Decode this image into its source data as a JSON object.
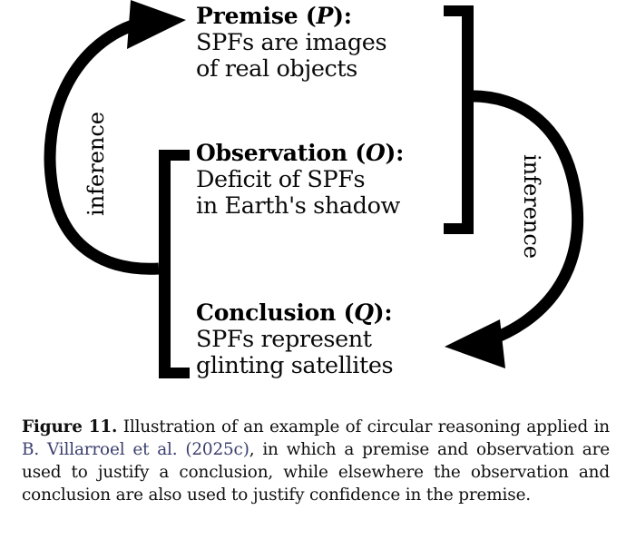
{
  "figure": {
    "nodes": [
      {
        "id": "premise",
        "title_text": "Premise (",
        "title_symbol": "P",
        "title_suffix": "):",
        "line1": "SPFs are images",
        "line2": "of real objects"
      },
      {
        "id": "observation",
        "title_text": "Observation (",
        "title_symbol": "O",
        "title_suffix": "):",
        "line1": "Deficit of SPFs",
        "line2": "in Earth's shadow"
      },
      {
        "id": "conclusion",
        "title_text": "Conclusion (",
        "title_symbol": "Q",
        "title_suffix": "):",
        "line1": "SPFs represent",
        "line2": "glinting satellites"
      }
    ],
    "edge_labels": {
      "left": "inference",
      "right": "inference"
    },
    "colors": {
      "stroke": "#000000",
      "background": "#ffffff",
      "text": "#000000"
    }
  },
  "caption": {
    "label": "Figure 11.",
    "part1": " Illustration of an example of circular reasoning applied in ",
    "citation": "B. Villarroel et al. (2025c)",
    "part2": ", in which a premise and observation are used to justify a conclusion, while elsewhere the observation and conclusion are also used to justify confidence in the premise.",
    "link_color": "#3b3f6e"
  }
}
